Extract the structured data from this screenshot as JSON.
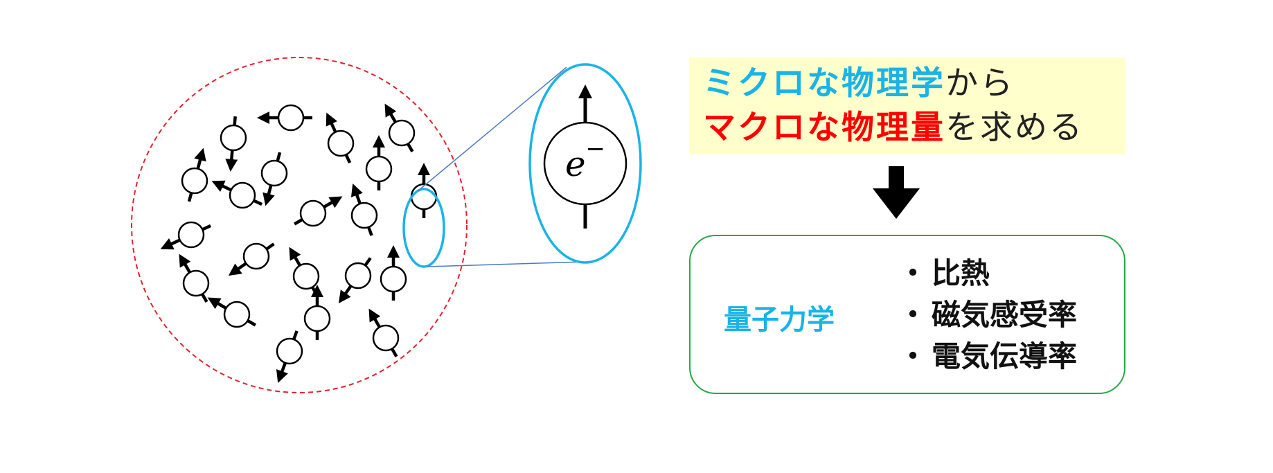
{
  "colors": {
    "region_outline": "#e8202a",
    "zoom_ellipse": "#1ab3e6",
    "zoom_lines": "#4a78c8",
    "header_bg": "#ffffcc",
    "highlight_blue": "#1ab3e6",
    "highlight_red": "#ff0000",
    "result_border": "#22aa44",
    "arrow": "#000000"
  },
  "electron": {
    "symbol": "e",
    "superscript": "−"
  },
  "header": {
    "line1_bold": "ミクロな物理学",
    "line1_rest": "から",
    "line2_bold": "マクロな物理量",
    "line2_rest": "を求める"
  },
  "result": {
    "method": "量子力学",
    "bullet": "・",
    "items": [
      "比熱",
      "磁気感受率",
      "電気伝導率"
    ]
  },
  "icons": {
    "spin": "spin-arrow-icon",
    "down_arrow": "down-arrow-icon"
  }
}
